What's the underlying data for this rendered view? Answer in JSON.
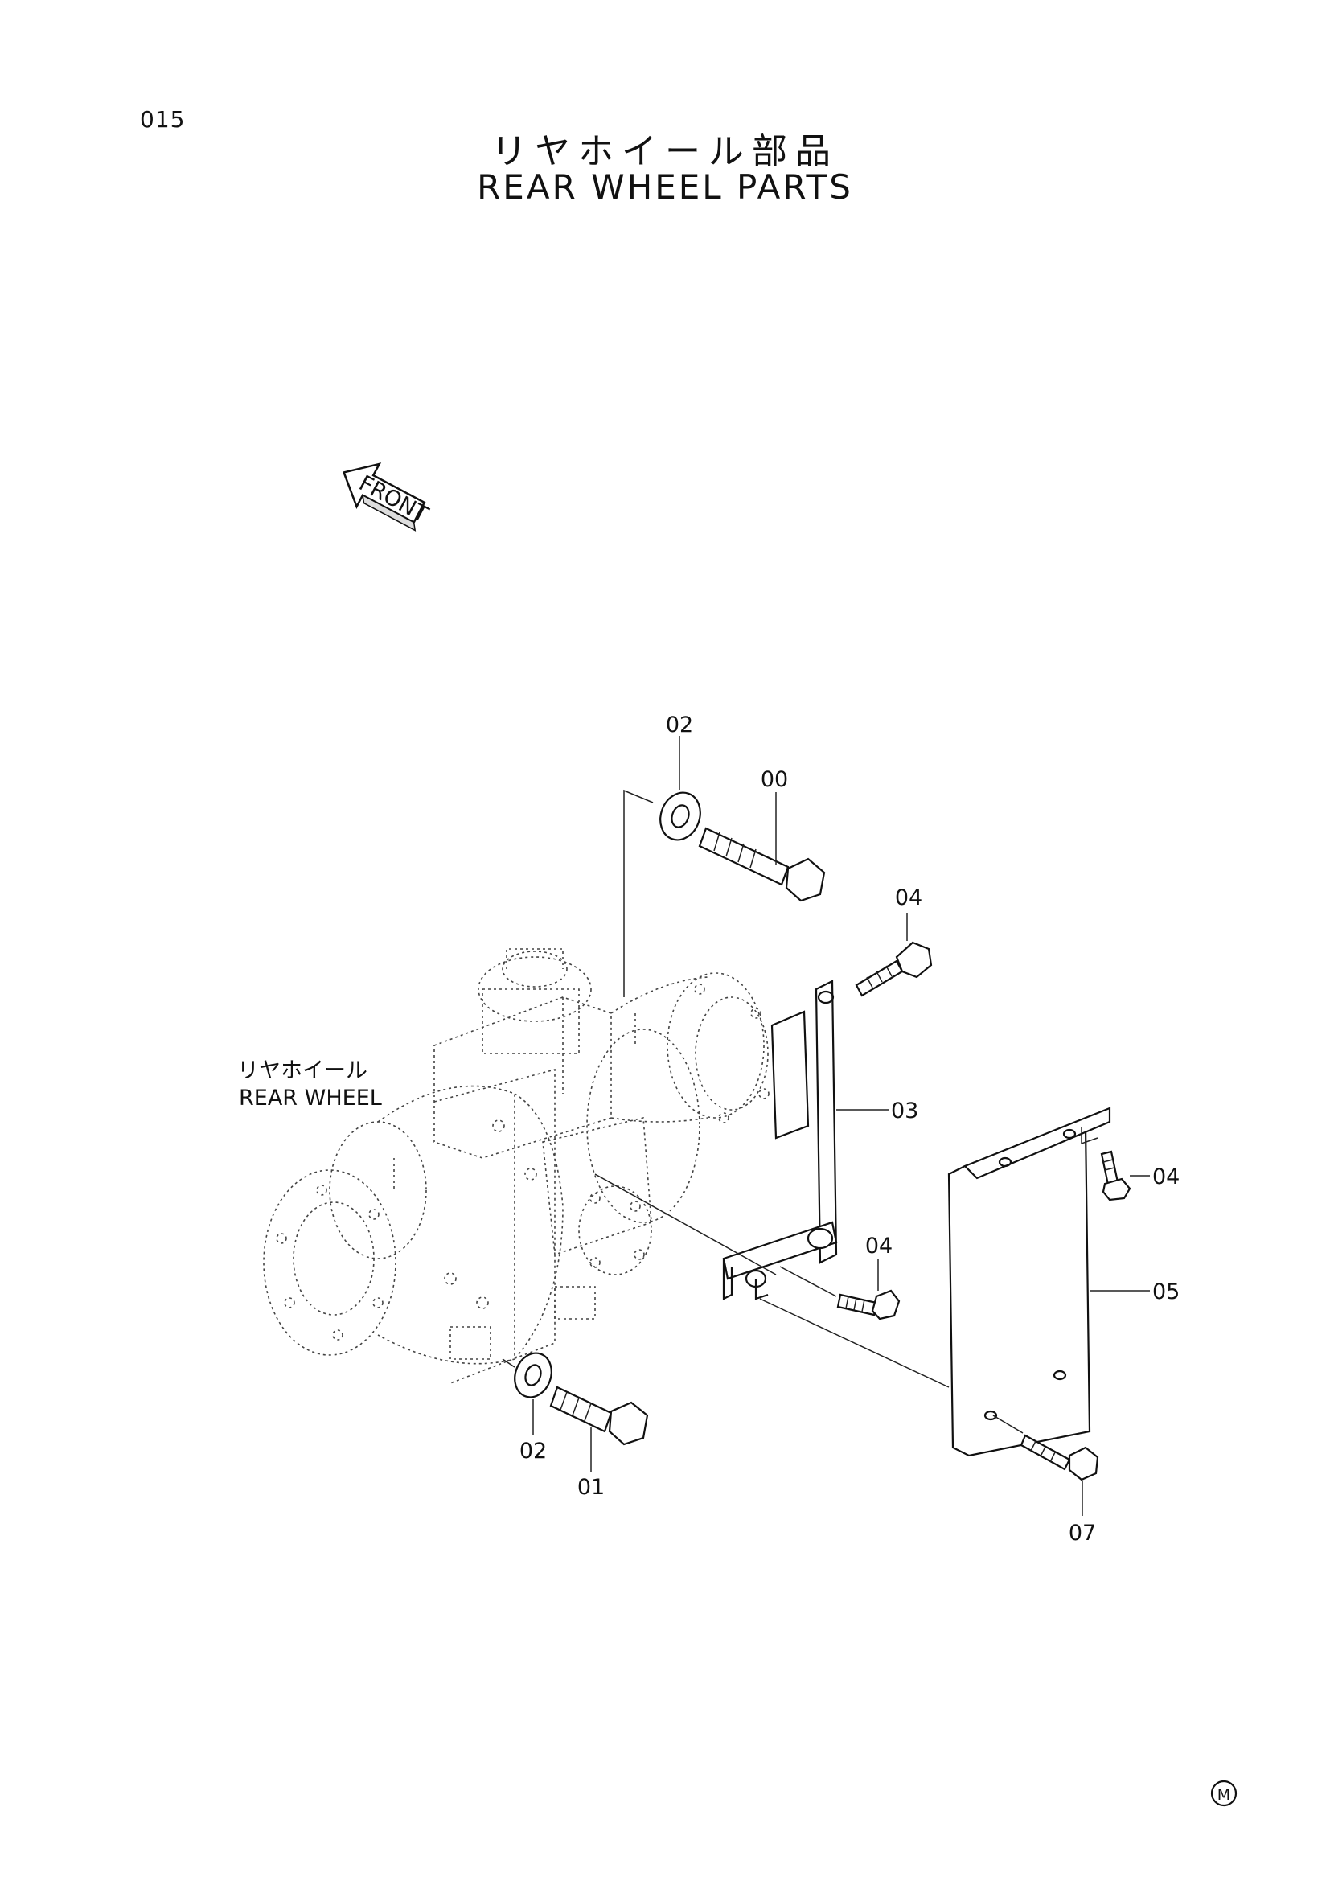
{
  "page_number": "015",
  "title_jp": "リヤホイール部品",
  "title_en": "REAR WHEEL PARTS",
  "front_indicator": "FRONT",
  "assembly_label_jp": "リヤホイール",
  "assembly_label_en": "REAR WHEEL",
  "callouts": [
    "02",
    "00",
    "04",
    "03",
    "04",
    "04",
    "05",
    "02",
    "01",
    "07"
  ],
  "mark": "M"
}
